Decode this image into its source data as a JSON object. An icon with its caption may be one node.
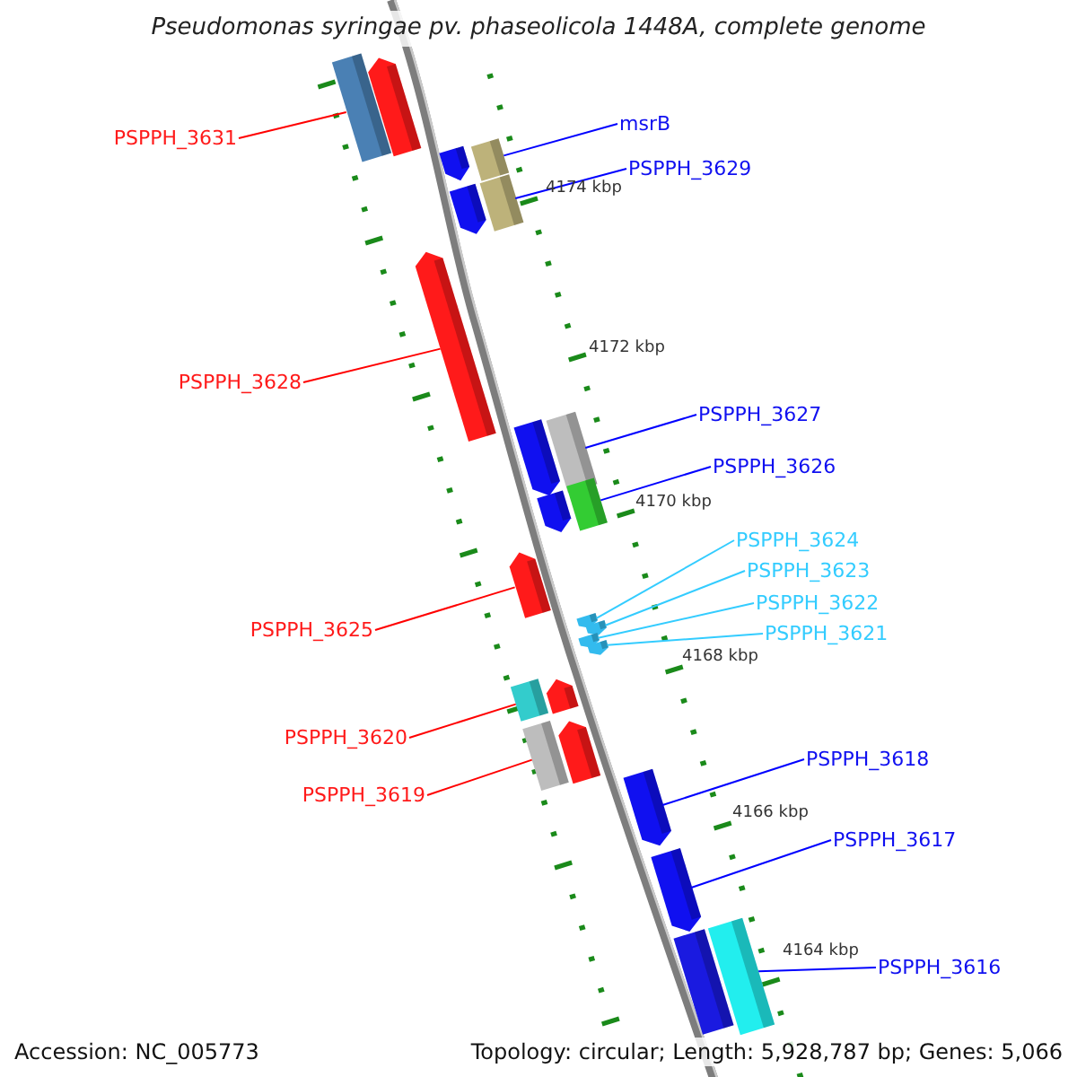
{
  "diagram": {
    "title": "Pseudomonas syringae pv. phaseolicola 1448A, complete genome",
    "nodes": [
      {
        "text": [
          "PSPPH_3631"
        ]
      },
      {
        "text": [
          "msrB"
        ]
      },
      {
        "text": [
          "PSPPH_3629"
        ]
      },
      {
        "text": [
          "PSPPH_3628"
        ]
      },
      {
        "text": [
          "PSPPH_3627"
        ]
      },
      {
        "text": [
          "PSPPH_3626"
        ]
      },
      {
        "text": [
          "PSPPH_3625"
        ]
      },
      {
        "text": [
          "PSPPH_3624"
        ]
      },
      {
        "text": [
          "PSPPH_3623"
        ]
      },
      {
        "text": [
          "PSPPH_3622"
        ]
      },
      {
        "text": [
          "PSPPH_3621"
        ]
      },
      {
        "text": [
          "PSPPH_3620"
        ]
      },
      {
        "text": [
          "PSPPH_3619"
        ]
      },
      {
        "text": [
          "PSPPH_3618"
        ]
      },
      {
        "text": [
          "PSPPH_3617"
        ]
      },
      {
        "text": [
          "PSPPH_3616"
        ]
      },
      {
        "text": [],
        "shape": "bar"
      },
      {
        "text": [],
        "shape": "pentagon"
      },
      {
        "text": [],
        "shape": "pentagon"
      },
      {
        "text": [],
        "shape": "bar"
      },
      {
        "text": [],
        "shape": "pentagon"
      },
      {
        "text": [],
        "shape": "bar"
      },
      {
        "text": [],
        "shape": "pentagon"
      },
      {
        "text": [],
        "shape": "pentagon"
      },
      {
        "text": [],
        "shape": "bar"
      },
      {
        "text": [],
        "shape": "pentagon"
      },
      {
        "text": [],
        "shape": "bar"
      },
      {
        "text": [],
        "shape": "pentagon"
      },
      {
        "text": [],
        "shape": "pentagon"
      },
      {
        "text": [],
        "shape": "pentagon"
      },
      {
        "text": [],
        "shape": "pentagon"
      },
      {
        "text": [],
        "shape": "pentagon"
      },
      {
        "text": [],
        "shape": "bar"
      },
      {
        "text": [],
        "shape": "pentagon"
      },
      {
        "text": [],
        "shape": "bar"
      },
      {
        "text": [],
        "shape": "pentagon"
      },
      {
        "text": [],
        "shape": "pentagon"
      },
      {
        "text": [],
        "shape": "pentagon"
      },
      {
        "text": [],
        "shape": "bar"
      },
      {
        "text": [],
        "shape": "bar"
      }
    ],
    "edges": [
      {
        "from": 0,
        "to": 16,
        "arrow": "none",
        "color": "#ff0000"
      },
      {
        "from": 1,
        "to": 19,
        "arrow": "none"
      },
      {
        "from": 2,
        "to": 21,
        "arrow": "none"
      },
      {
        "from": 3,
        "to": 22,
        "arrow": "none",
        "color": "#ff0000"
      },
      {
        "from": 4,
        "to": 24,
        "arrow": "none"
      },
      {
        "from": 5,
        "to": 26,
        "arrow": "none"
      },
      {
        "from": 6,
        "to": 27,
        "arrow": "none",
        "color": "#ff0000"
      },
      {
        "from": 7,
        "to": 28,
        "arrow": "none",
        "color": "#33ccff"
      },
      {
        "from": 8,
        "to": 29,
        "arrow": "none",
        "color": "#33ccff"
      },
      {
        "from": 9,
        "to": 30,
        "arrow": "none",
        "color": "#33ccff"
      },
      {
        "from": 10,
        "to": 31,
        "arrow": "none",
        "color": "#33ccff"
      },
      {
        "from": 11,
        "to": 32,
        "arrow": "none",
        "color": "#ff0000"
      },
      {
        "from": 12,
        "to": 34,
        "arrow": "none",
        "color": "#ff0000"
      },
      {
        "from": 13,
        "to": 36,
        "arrow": "none"
      },
      {
        "from": 14,
        "to": 37,
        "arrow": "none"
      },
      {
        "from": 15,
        "to": 39,
        "arrow": "none"
      }
    ],
    "labels": [
      "4174 kbp",
      "4172 kbp",
      "4170 kbp",
      "4168 kbp",
      "4166 kbp",
      "4164 kbp",
      "Accession: NC_005773",
      "Topology: circular; Length: 5,928,787 bp; Genes: 5,066"
    ]
  }
}
